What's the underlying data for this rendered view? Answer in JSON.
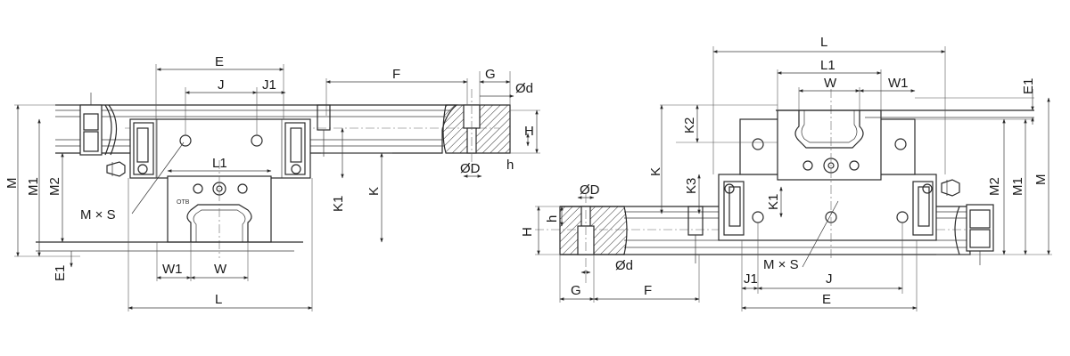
{
  "left_view": {
    "labels": {
      "E": "E",
      "J": "J",
      "J1": "J1",
      "F": "F",
      "G": "G",
      "d": "Ød",
      "H": "H",
      "D": "ØD",
      "h": "h",
      "K": "K",
      "K1": "K1",
      "L1": "L1",
      "MxS": "M × S",
      "M": "M",
      "M1": "M1",
      "M2": "M2",
      "E1": "E1",
      "W1": "W1",
      "W": "W",
      "L": "L"
    },
    "brand": "OTB"
  },
  "right_view": {
    "labels": {
      "L": "L",
      "L1": "L1",
      "W": "W",
      "W1": "W1",
      "E1": "E1",
      "K2": "K2",
      "K": "K",
      "K3": "K3",
      "K1": "K1",
      "D": "ØD",
      "h": "h",
      "H": "H",
      "M2": "M2",
      "M1": "M1",
      "M": "M",
      "MxS": "M × S",
      "d": "Ød",
      "G": "G",
      "F": "F",
      "J1": "J1",
      "J": "J",
      "E": "E"
    }
  }
}
